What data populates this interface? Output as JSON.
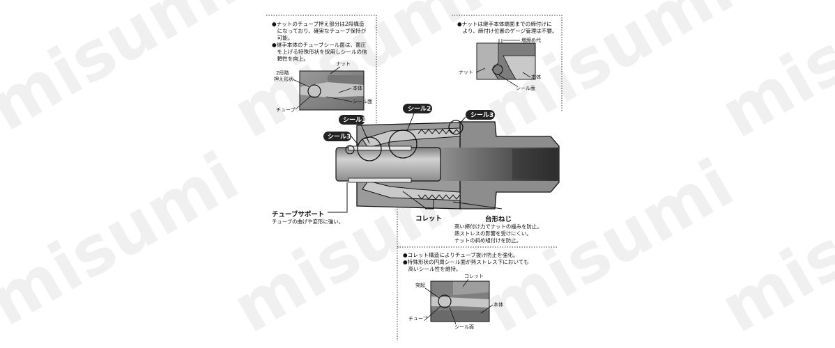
{
  "watermark": {
    "text": "misumi"
  },
  "top_left_notes": {
    "line1": "●ナットのチューブ押え部分は2段構造",
    "line2": "　になっており、確実なチューブ保持が",
    "line3": "　可能。",
    "line4": "●継手本体のチューブシール面は、面圧",
    "line5": "　を上げる特殊形状を採用しシールの信",
    "line6": "　頼性を向上。"
  },
  "inset_left": {
    "label_nut": "ナット",
    "label_two_stage_1": "2段階",
    "label_two_stage_2": "押え形状",
    "label_body": "本体",
    "label_seal_face": "シール面",
    "label_tube": "チューブ"
  },
  "top_right_notes": {
    "line1": "●ナットは継手本体端面までの締付けに",
    "line2": "　より、締付け位置のゲージ管理は不要。"
  },
  "inset_right": {
    "label_margin": "増締め代",
    "label_nut": "ナット",
    "label_body": "本体",
    "label_seal_face": "シール面"
  },
  "callouts": {
    "seal1": "シール1",
    "seal2": "シール2",
    "seal3_left": "シール3",
    "seal3_right": "シール3"
  },
  "tube_support": {
    "title": "チューブサポート",
    "desc": "チューブの曲げや変形に強い。"
  },
  "collet": {
    "title": "コレット"
  },
  "trapezoid_thread": {
    "title": "台形ねじ",
    "line1": "高い締付け力でナットの緩みを防止。",
    "line2": "熱ストレスの影響を受けにくい。",
    "line3": "ナットの斜め組付けを防止。"
  },
  "bottom_notes": {
    "line1": "●コレット構造によりチューブ抜け防止を強化。",
    "line2": "●特殊形状の円周シール面が熱ストレス下においても",
    "line3": "　高いシール性を維持。"
  },
  "inset_bottom": {
    "label_protrusion": "突起",
    "label_collet": "コレット",
    "label_body": "本体",
    "label_tube": "チューブ",
    "label_seal_face": "シール面"
  },
  "colors": {
    "body_gray": "#8a8a8a",
    "dark_gray": "#4a4a4a",
    "light_gray": "#c8c8c8",
    "pill_bg": "#222222",
    "tube_light": "#b5b5b5"
  }
}
